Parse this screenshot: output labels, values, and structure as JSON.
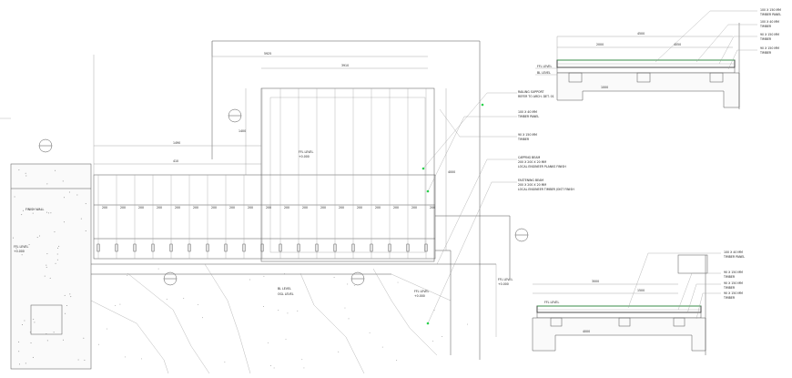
{
  "plan": {
    "dims": {
      "top_overall": "5925",
      "top_inner": "3910",
      "left_1": "1490",
      "left_2": "410",
      "side_1": "1400",
      "side_2": "4000"
    },
    "labels": {
      "ffl_main": "FFL LEVEL",
      "ffl_main_value": "+0.000",
      "ffl_left": "FFL LEVEL",
      "ffl_left_value": "+0.000",
      "ffl_right": "FFL LEVEL",
      "ffl_right_value": "+0.000",
      "bl_level": "BL LEVEL",
      "ogl_level": "OGL LEVEL",
      "finish_wall": "FINISH WALL"
    },
    "annotations": [
      "RAILING SUPPORT",
      "REFER TO ARCH. DET. 01",
      "100 X 40 MM",
      "TIMBER PANEL",
      "90 X 150 MM",
      "TIMBER",
      "CAPPING BEAM",
      "200 X 200 X 20 MM",
      "LOCAL ENGINEER PLANKS FINISH",
      "FASTENING BEAM",
      "200 X 200 X 20 MM",
      "LOCAL ENGINEER TIMBER JOIST FINISH"
    ],
    "strip_values": [
      "200",
      "200",
      "200",
      "200",
      "200",
      "200",
      "200",
      "200",
      "200",
      "200",
      "200",
      "200",
      "200",
      "200",
      "200",
      "200",
      "200",
      "200",
      "200"
    ]
  },
  "section_top": {
    "callouts": [
      "100 X 150 MM",
      "TIMBER PANEL",
      "100 X 40 MM",
      "TIMBER",
      "90 X 150 MM",
      "TIMBER",
      "90 X 150 MM",
      "TIMBER"
    ],
    "levels": [
      "FFL LEVEL",
      "BL LEVEL"
    ],
    "dims": [
      "2000",
      "4050",
      "1000",
      "4500"
    ]
  },
  "section_bottom": {
    "callouts": [
      "100 X 40 MM",
      "TIMBER PANEL",
      "90 X 150 MM",
      "TIMBER",
      "90 X 150 MM",
      "TIMBER",
      "90 X 150 MM",
      "TIMBER"
    ],
    "levels": [
      "FFL LEVEL"
    ],
    "dims": [
      "3000",
      "1500",
      "4000"
    ]
  },
  "colors": {
    "accent": "#2bd24d",
    "line": "#555555"
  }
}
